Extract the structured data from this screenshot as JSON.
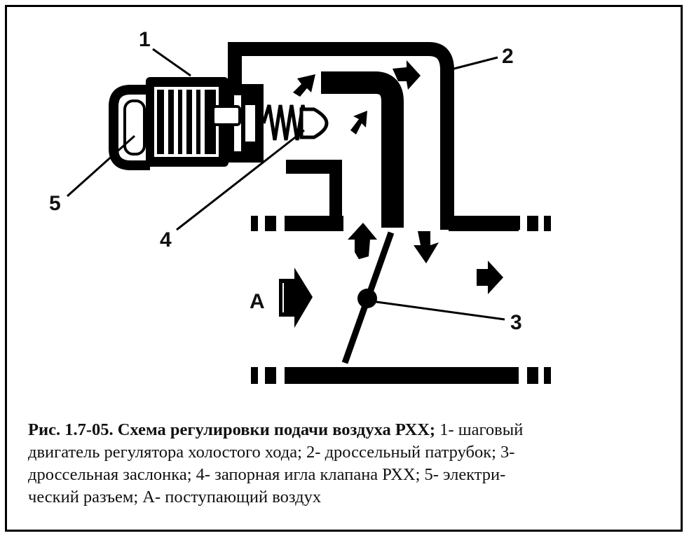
{
  "figure": {
    "callouts": {
      "motor": "1",
      "throttle_body": "2",
      "throttle_valve": "3",
      "needle": "4",
      "connector": "5",
      "air_inlet": "A"
    },
    "caption": {
      "lead": "Рис. 1.7-05. Схема регулировки подачи воздуха РХХ;",
      "line1_rest": " 1- шаговый",
      "line2": "двигатель регулятора холостого хода; 2- дроссельный патрубок; 3-",
      "line3": "дроссельная заслонка; 4- запорная игла клапана РХХ; 5- электри-",
      "line4": "ческий разъем; А- поступающий воздух"
    }
  }
}
